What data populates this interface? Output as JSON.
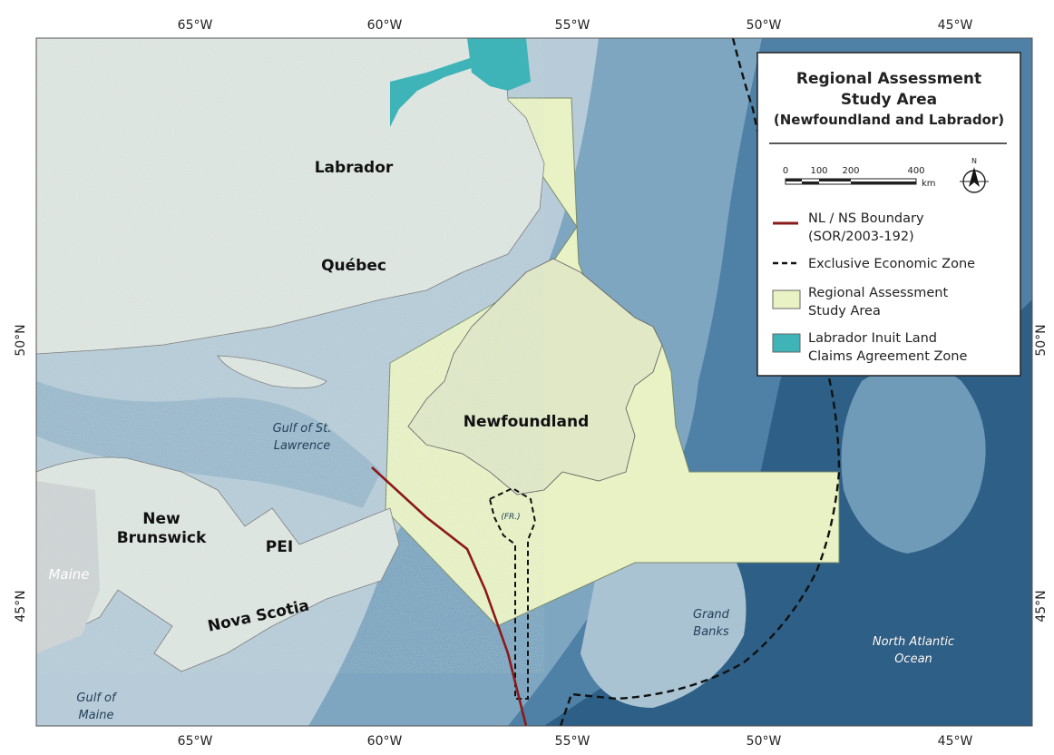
{
  "axes": {
    "top_longitudes": [
      "65°W",
      "60°W",
      "55°W",
      "50°W",
      "45°W"
    ],
    "bottom_longitudes": [
      "65°W",
      "60°W",
      "55°W",
      "50°W",
      "45°W"
    ],
    "left_latitudes": [
      "50°N",
      "45°N"
    ],
    "right_latitudes": [
      "50°N",
      "45°N"
    ]
  },
  "places": {
    "labrador": "Labrador",
    "quebec": "Québec",
    "newfoundland": "Newfoundland",
    "new_brunswick_1": "New",
    "new_brunswick_2": "Brunswick",
    "pei": "PEI",
    "nova_scotia": "Nova Scotia",
    "maine": "Maine",
    "fr": "(FR.)"
  },
  "water_bodies": {
    "gulf_st_lawrence_1": "Gulf of St.",
    "gulf_st_lawrence_2": "Lawrence",
    "gulf_maine_1": "Gulf of",
    "gulf_maine_2": "Maine",
    "grand_banks_1": "Grand",
    "grand_banks_2": "Banks",
    "north_atlantic_1": "North Atlantic",
    "north_atlantic_2": "Ocean"
  },
  "legend": {
    "title_line1": "Regional Assessment",
    "title_line2": "Study Area",
    "subtitle": "(Newfoundland and Labrador)",
    "scale_labels": [
      "0",
      "100",
      "200",
      "400"
    ],
    "scale_unit": "km",
    "north_letter": "N",
    "items": [
      {
        "label_line1": "NL / NS Boundary",
        "label_line2": "(SOR/2003-192)",
        "color": "#8b1a1a"
      },
      {
        "label_line1": "Exclusive Economic Zone",
        "label_line2": "",
        "color": "#111111"
      },
      {
        "label_line1": "Regional Assessment",
        "label_line2": "Study Area",
        "color": "#e9f2c4"
      },
      {
        "label_line1": "Labrador Inuit Land",
        "label_line2": "Claims Agreement Zone",
        "color": "#3fb4b8"
      }
    ]
  },
  "colors": {
    "land": "#dfe6e1",
    "deep_ocean": "#2e5f86",
    "shelf": "#b7ccd8",
    "study_area": "#e9f2c4",
    "inuit_zone": "#3fb4b8",
    "boundary": "#8b1a1a"
  }
}
